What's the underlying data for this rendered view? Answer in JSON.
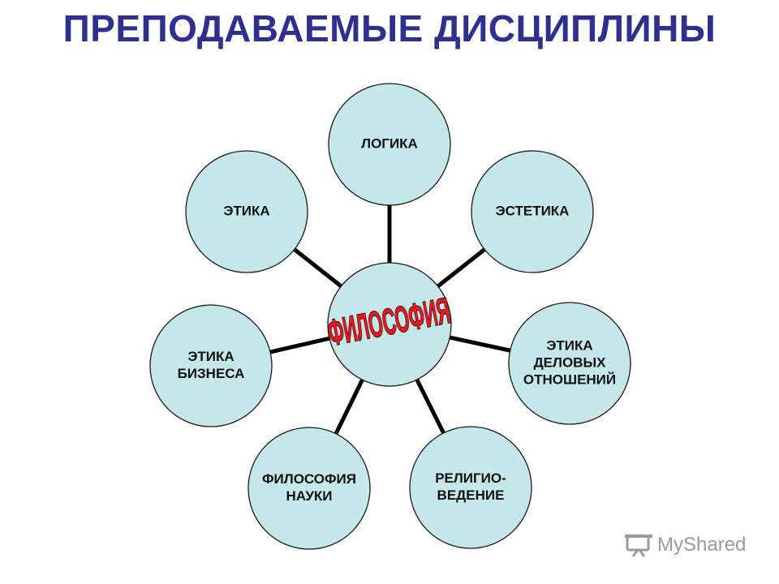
{
  "title": "ПРЕПОДАВАЕМЫЕ ДИСЦИПЛИНЫ",
  "center": {
    "label": "ФИЛОСОФИЯ"
  },
  "nodes": [
    {
      "id": "logic",
      "lines": [
        "ЛОГИКА"
      ]
    },
    {
      "id": "aesthetics",
      "lines": [
        "ЭСТЕТИКА"
      ]
    },
    {
      "id": "business-relations-ethics",
      "lines": [
        "ЭТИКА",
        "ДЕЛОВЫХ",
        "ОТНОШЕНИЙ"
      ]
    },
    {
      "id": "religious-studies",
      "lines": [
        "РЕЛИГИО-",
        "ВЕДЕНИЕ"
      ]
    },
    {
      "id": "philosophy-of-science",
      "lines": [
        "ФИЛОСОФИЯ",
        "НАУКИ"
      ]
    },
    {
      "id": "business-ethics",
      "lines": [
        "ЭТИКА",
        "БИЗНЕСА"
      ]
    },
    {
      "id": "ethics",
      "lines": [
        "ЭТИКА"
      ]
    }
  ],
  "colors": {
    "title": "#2e2f8f",
    "circle_fill": "#c6e7ea",
    "center_text": "#e4181d",
    "watermark": "#9a9a9a"
  },
  "watermark": {
    "text": "MyShared",
    "icon": "presentation-screen-icon"
  }
}
